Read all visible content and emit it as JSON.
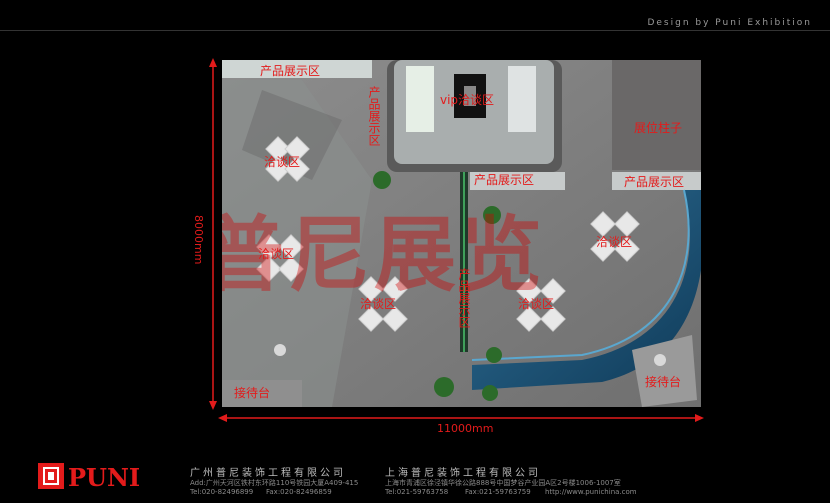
{
  "header": {
    "title": "Design by Puni Exhibition"
  },
  "plan": {
    "labels": {
      "product_top": "产品展示区",
      "vip": "vip洽谈区",
      "product_left_vertical": "产品展示区",
      "column": "展位柱子",
      "talk_1": "洽谈区",
      "product_mid": "产品展示区",
      "product_right": "产品展示区",
      "talk_2": "洽谈区",
      "talk_right": "洽谈区",
      "talk_center": "洽谈区",
      "product_center_vertical": "产品展示区",
      "talk_right_lower": "洽谈区",
      "reception_left": "接待台",
      "reception_right": "接待台"
    },
    "watermark": "普尼展览",
    "dimensions": {
      "width": "11000mm",
      "height": "8000mm"
    }
  },
  "footer": {
    "logo": "PUNI",
    "company_gz": "广州普尼装饰工程有限公司",
    "addr_gz": "Add:广州天河区铁村东环路110号铁园大厦A409-415",
    "tel_gz": "Tel:020-82496899",
    "fax_gz": "Fax:020-82496859",
    "company_sh": "上海普尼装饰工程有限公司",
    "addr_sh": "上海市青浦区徐泾镇华徐公路888号中国梦谷产业园A区2号楼1006-1007室",
    "tel_sh": "Tel:021-59763758",
    "fax_sh": "Fax:021-59763759",
    "web_sh": "http://www.punichina.com"
  },
  "colors": {
    "accent_red": "#e31b1b",
    "floor_gray": "#7c7c7c",
    "counter_blue": "#1a4f74"
  }
}
